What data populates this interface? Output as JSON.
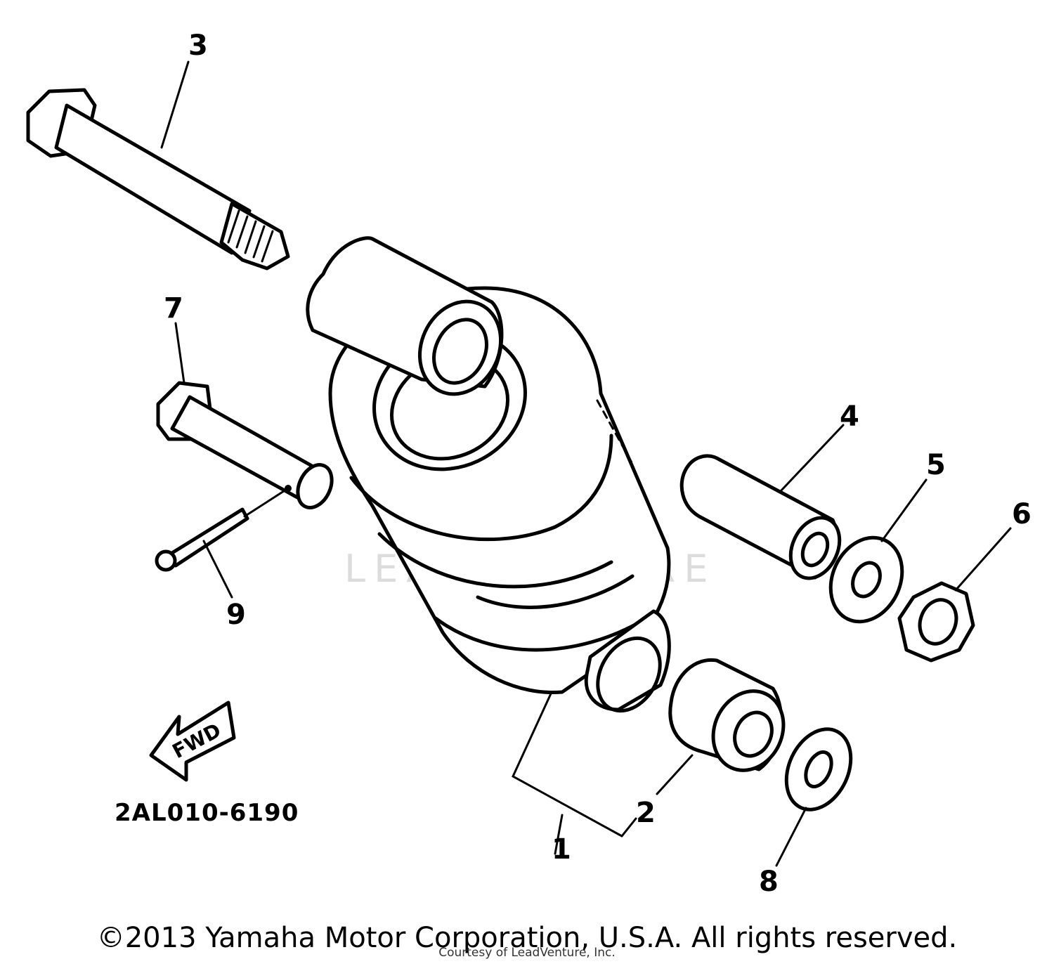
{
  "diagram": {
    "drawing_code": "2AL010-6190",
    "fwd_label": "FWD",
    "watermark": "LEADVENTURE",
    "callouts": [
      "1",
      "2",
      "3",
      "4",
      "5",
      "6",
      "7",
      "8",
      "9"
    ]
  },
  "footer": {
    "copyright": "©2013 Yamaha Motor Corporation, U.S.A. All rights reserved.",
    "courtesy": "Courtesy of LeadVenture, Inc."
  }
}
